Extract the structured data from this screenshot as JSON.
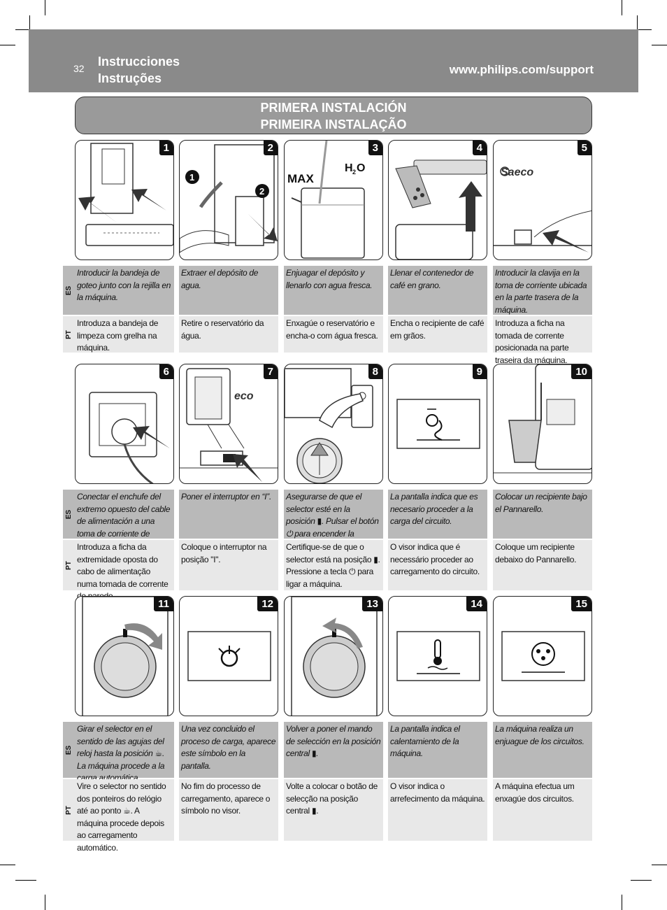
{
  "header": {
    "page_number": "32",
    "title_es": "Instrucciones",
    "title_pt": "Instruções",
    "url": "www.philips.com/support"
  },
  "banner": {
    "line1": "PRIMERA INSTALACIÓN",
    "line2": "PRIMEIRA INSTALAÇÃO"
  },
  "lang": {
    "es": "ES",
    "pt": "PT"
  },
  "labels": {
    "max": "MAX",
    "h2o": "H₂O",
    "brand": "Saeco"
  },
  "rows": [
    {
      "steps": [
        {
          "num": "1",
          "es": "Introducir la bandeja de goteo junto con la rejilla en la máquina.",
          "pt": "Introduza a bandeja de limpeza com grelha na máquina."
        },
        {
          "num": "2",
          "es": "Extraer el depósito de agua.",
          "pt": "Retire o reservatório da água."
        },
        {
          "num": "3",
          "es": "Enjuagar el depósito y llenarlo con agua fresca.",
          "pt": "Enxagúe o reservatório e encha-o com água fresca."
        },
        {
          "num": "4",
          "es": "Llenar el contenedor de café en grano.",
          "pt": "Encha o recipiente de café em grãos."
        },
        {
          "num": "5",
          "es": "Introducir la clavija en la toma de corriente ubicada en la parte trasera de la máquina.",
          "pt": "Introduza a ficha na tomada de corrente posicionada na parte traseira da máquina."
        }
      ]
    },
    {
      "steps": [
        {
          "num": "6",
          "es": "Conectar el enchufe del extremo opuesto del cable de alimentación a una toma de corriente de pared.",
          "pt": "Introduza a ficha da extremidade oposta do cabo de alimentação numa tomada de corrente de parede."
        },
        {
          "num": "7",
          "es": "Poner el interruptor en “I”.",
          "pt": "Coloque o interruptor na posição \"I\"."
        },
        {
          "num": "8",
          "es": "Asegurarse de que el selector esté en la posición ▮. Pulsar el botón ⏻ para encender la máquina.",
          "pt": "Certifique-se de que o selector está na posição ▮. Pressione a tecla ⏻ para ligar a máquina."
        },
        {
          "num": "9",
          "es": "La pantalla indica que es necesario proceder a la carga del circuito.",
          "pt": "O visor indica que é necessário proceder ao carregamento do circuito."
        },
        {
          "num": "10",
          "es": "Colocar un recipiente bajo el Pannarello.",
          "pt": "Coloque um recipiente debaixo do Pannarello."
        }
      ]
    },
    {
      "steps": [
        {
          "num": "11",
          "es": "Girar el selector en el sentido de las agujas del reloj hasta la posición ☕. La máquina procede a la carga automática.",
          "pt": "Vire o selector no sentido dos ponteiros do relógio até ao ponto ☕. A máquina procede depois ao carregamento automático."
        },
        {
          "num": "12",
          "es": "Una vez concluido el proceso de carga, aparece este símbolo en la pantalla.",
          "pt": "No fim do processo de carregamento, aparece o símbolo no visor."
        },
        {
          "num": "13",
          "es": "Volver a poner el mando de selección en la posición central ▮.",
          "pt": "Volte a colocar o botão de selecção na posição central ▮."
        },
        {
          "num": "14",
          "es": "La pantalla indica el calentamiento de la máquina.",
          "pt": "O visor indica o arrefecimento da máquina."
        },
        {
          "num": "15",
          "es": "La máquina realiza un enjuague de los circuitos.",
          "pt": "A máquina efectua um enxagúe dos circuitos."
        }
      ]
    }
  ]
}
